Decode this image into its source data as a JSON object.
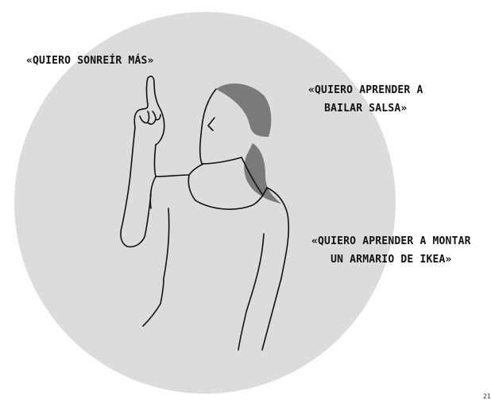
{
  "quotes": {
    "smile": "«QUIERO SONREÍR MÁS»",
    "salsa": [
      "«QUIERO APRENDER A",
      "BAILAR SALSA»"
    ],
    "ikea": [
      "«QUIERO APRENDER A MONTAR",
      "UN ARMARIO DE IKEA»"
    ]
  },
  "page_number": "21",
  "colors": {
    "circle": "#dcdcdc",
    "hair": "#7a7a7a",
    "line": "#111111",
    "text": "#111111"
  }
}
